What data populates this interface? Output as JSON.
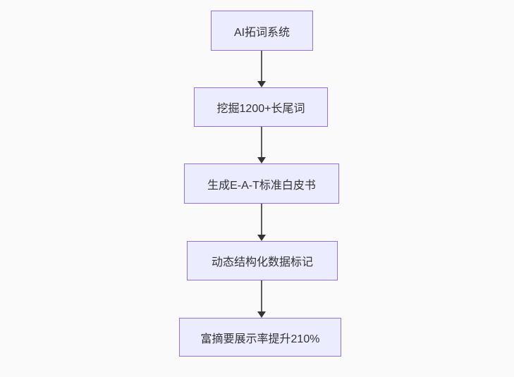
{
  "flowchart": {
    "type": "flowchart",
    "direction": "top-down",
    "nodes": [
      {
        "label": "AI拓词系统"
      },
      {
        "label": "挖掘1200+长尾词"
      },
      {
        "label": "生成E-A-T标准白皮书"
      },
      {
        "label": "动态结构化数据标记"
      },
      {
        "label": "富摘要展示率提升210%"
      }
    ],
    "edges": [
      {
        "from": "AI拓词系统",
        "to": "挖掘1200+长尾词"
      },
      {
        "from": "挖掘1200+长尾词",
        "to": "生成E-A-T标准白皮书"
      },
      {
        "from": "生成E-A-T标准白皮书",
        "to": "动态结构化数据标记"
      },
      {
        "from": "动态结构化数据标记",
        "to": "富摘要展示率提升210%"
      }
    ],
    "colors": {
      "node_fill": "#ECECFF",
      "node_border": "#9370DB",
      "node_text": "#333333",
      "edge_line": "#5c5c5c",
      "edge_arrowhead": "#333333",
      "background": "#fafafa"
    }
  }
}
